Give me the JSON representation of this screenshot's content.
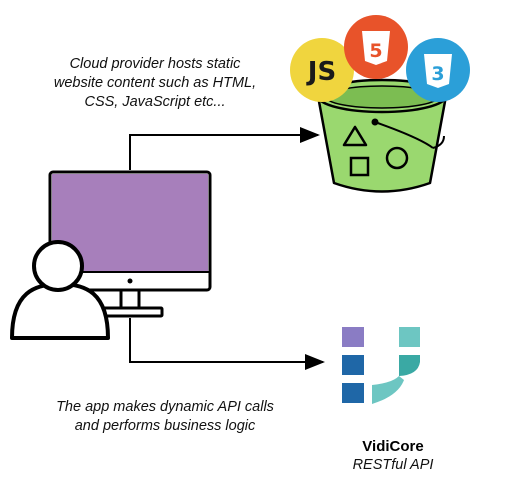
{
  "captions": {
    "top": [
      "Cloud provider hosts static",
      "website content such as HTML,",
      "CSS, JavaScript etc..."
    ],
    "bottom": [
      "The app makes dynamic API calls",
      "and performs business logic"
    ]
  },
  "vidicore": {
    "name": "VidiCore",
    "subtitle": "RESTful API"
  },
  "badges": {
    "js": "JS",
    "html5": "5",
    "css3": "3"
  },
  "colors": {
    "monitor_screen": "#a77fbb",
    "bucket_green": "#9ad86f",
    "js_yellow": "#f0d53e",
    "html_orange": "#e8532a",
    "css_blue": "#2b9fd8",
    "vidi_purple": "#8a7cc4",
    "vidi_teal": "#6dc6c2",
    "vidi_blue": "#1f67a7"
  }
}
